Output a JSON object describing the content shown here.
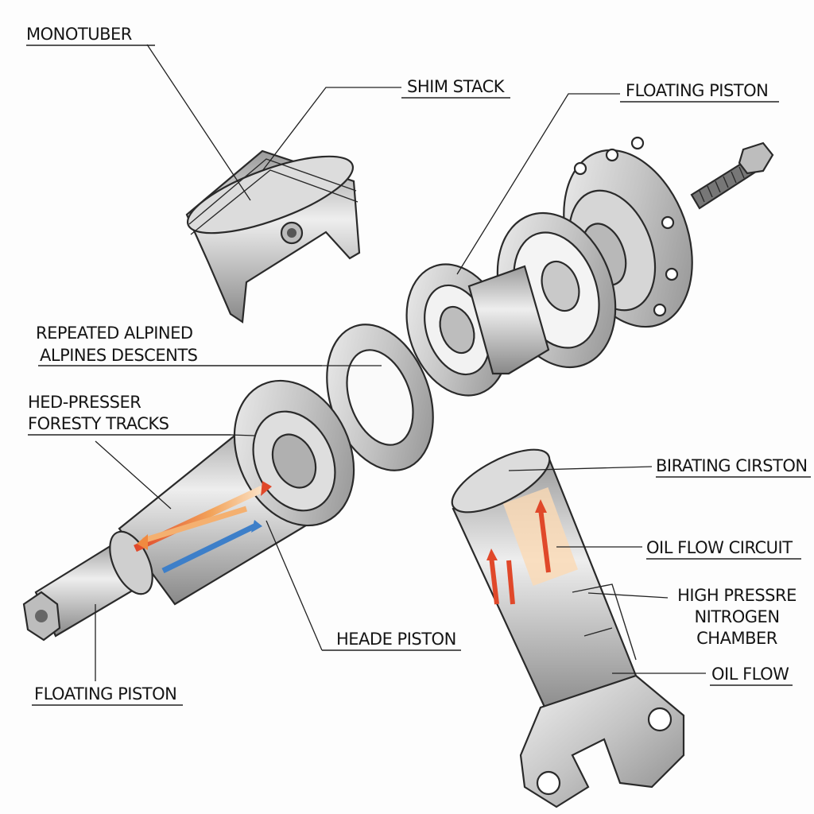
{
  "title": "Monotube shock absorber exploded diagram",
  "labels": {
    "monotuber": "MONOTUBER",
    "shim_stack": "SHIM STACK",
    "floating_piston_top": "FLOATING PISTON",
    "repeated_line1": "REPEATED ALPINED",
    "repeated_line2": "ALPINES DESCENTS",
    "presser_line1": "HED-PRESSER",
    "presser_line2": "FORESTY TRACKS",
    "birating": "BIRATING CIRSTON",
    "oil_flow_circuit": "OIL FLOW CIRCUIT",
    "nitrogen_line1": "HIGH PRESSRE",
    "nitrogen_line2": "NITROGEN",
    "nitrogen_line3": "CHAMBER",
    "oil_flow": "OIL FLOW",
    "heade_piston": "HEADE PISTON",
    "floating_piston_bottom": "FLOATING PISTON"
  },
  "colors": {
    "metal_light": "#e6e6e6",
    "metal_dark": "#8c8c8c",
    "flow_hot": "#e0482a",
    "flow_warm": "#f2a35a",
    "flow_cool": "#3d7fc9"
  }
}
